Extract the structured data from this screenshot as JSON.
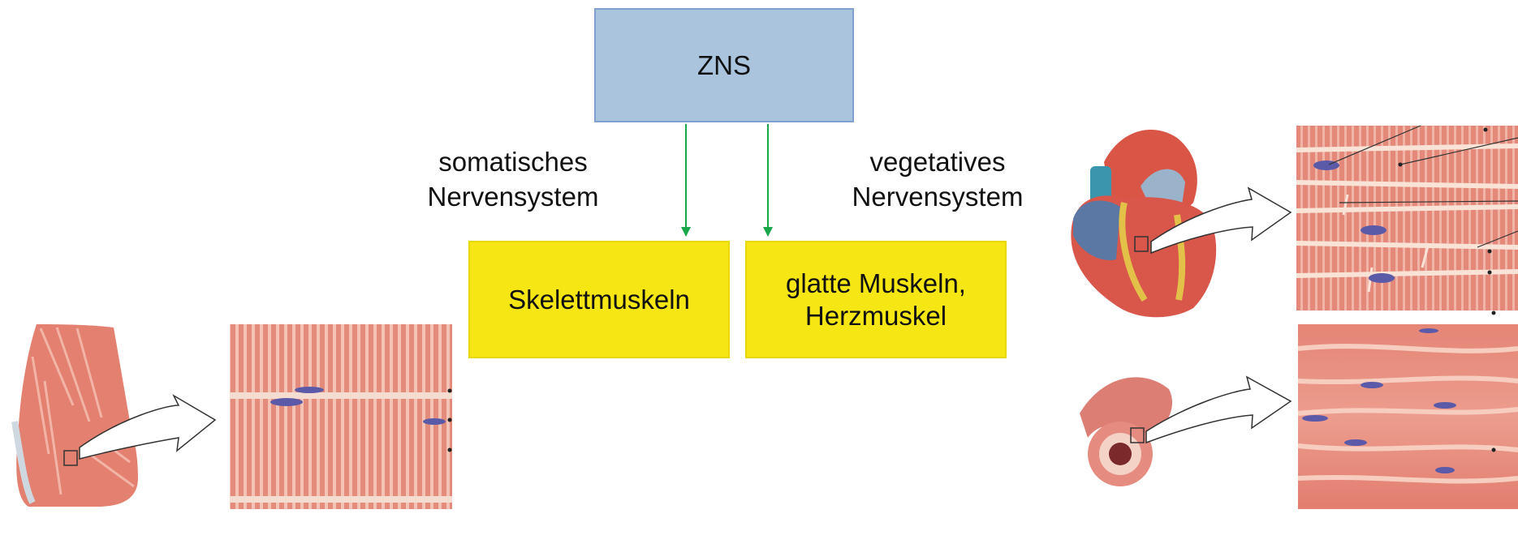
{
  "nodes": {
    "zns": "ZNS",
    "skelett": "Skelettmuskeln",
    "glatt": "glatte Muskeln,\nHerzmuskel"
  },
  "labels": {
    "somatic": "somatisches\nNervensystem",
    "vegetative": "vegetatives\nNervensystem"
  },
  "colors": {
    "zns_fill": "#a9c4dc",
    "muscle_box_fill": "#f6e613",
    "arrow": "#1aa64a",
    "muscle": "#e0786a"
  },
  "illustrations": [
    "arm-muscle-image",
    "skeletal-muscle-tissue-image",
    "heart-image",
    "cardiac-muscle-tissue-image",
    "intestine-image",
    "smooth-muscle-tissue-image"
  ]
}
